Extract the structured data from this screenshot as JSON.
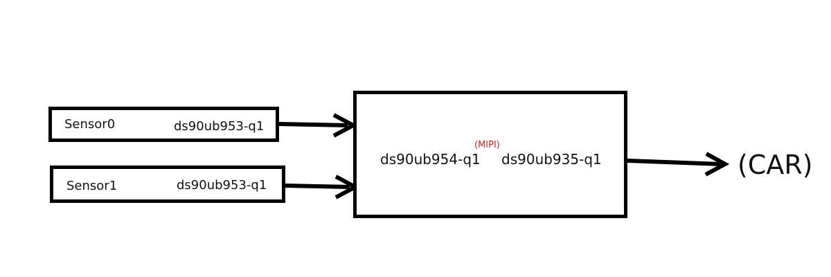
{
  "diagram": {
    "inputs": [
      {
        "sensor": "Sensor0",
        "serializer": "ds90ub953-q1"
      },
      {
        "sensor": "Sensor1",
        "serializer": "ds90ub953-q1"
      }
    ],
    "central": {
      "deserializer": "ds90ub954-q1",
      "link_label": "(MIPI)",
      "serializer": "ds90ub935-q1"
    },
    "output": "(CAR)",
    "colors": {
      "stroke": "#000000",
      "mipi_label": "#d42020"
    }
  }
}
